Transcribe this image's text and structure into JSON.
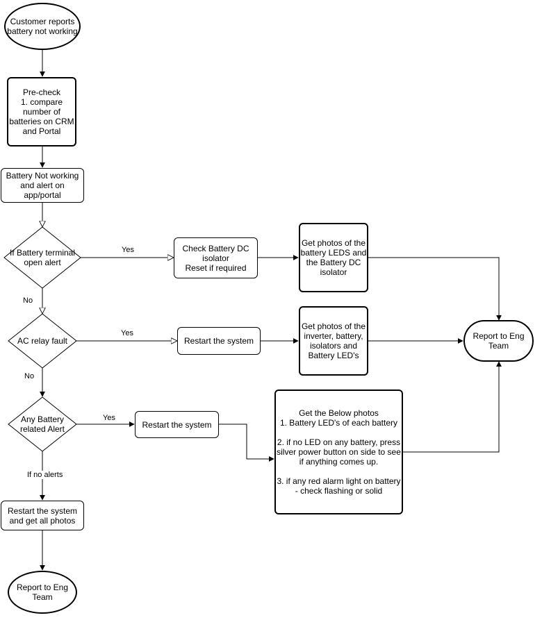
{
  "nodes": {
    "start": "Customer reports\nbattery not working",
    "precheck": "Pre-check\n1. compare\nnumber of\nbatteries on CRM\nand Portal",
    "not_working": "Battery Not working\nand alert on\napp/portal",
    "terminal_decision": "If Battery terminal\nopen alert",
    "check_isolator": "Check Battery DC\nisolator\nReset if required",
    "photos_leds_isolator": "Get photos of the\nbattery LEDS and\nthe Battery DC\nisolator",
    "ac_decision": "AC relay fault",
    "restart_1": "Restart the system",
    "photos_inverter": "Get photos of the\ninverter, battery,\nisolators and\nBattery LED's",
    "report_right": "Report to Eng\nTeam",
    "alert_decision": "Any Battery\nrelated Alert",
    "restart_2": "Restart the system",
    "photos_below": "Get the Below photos\n1. Battery LED's of each battery\n\n2. if no LED on any battery, press\nsilver power button on side to see\nif anything comes up.\n\n3. if any red alarm light on battery\n- check flashing or solid",
    "restart_all": "Restart the system\nand get all photos",
    "report_bottom": "Report to Eng\nTeam"
  },
  "edge_labels": {
    "yes_1": "Yes",
    "no_1": "No",
    "yes_2": "Yes",
    "no_2": "No",
    "yes_3": "Yes",
    "no_alerts": "If no alerts"
  }
}
